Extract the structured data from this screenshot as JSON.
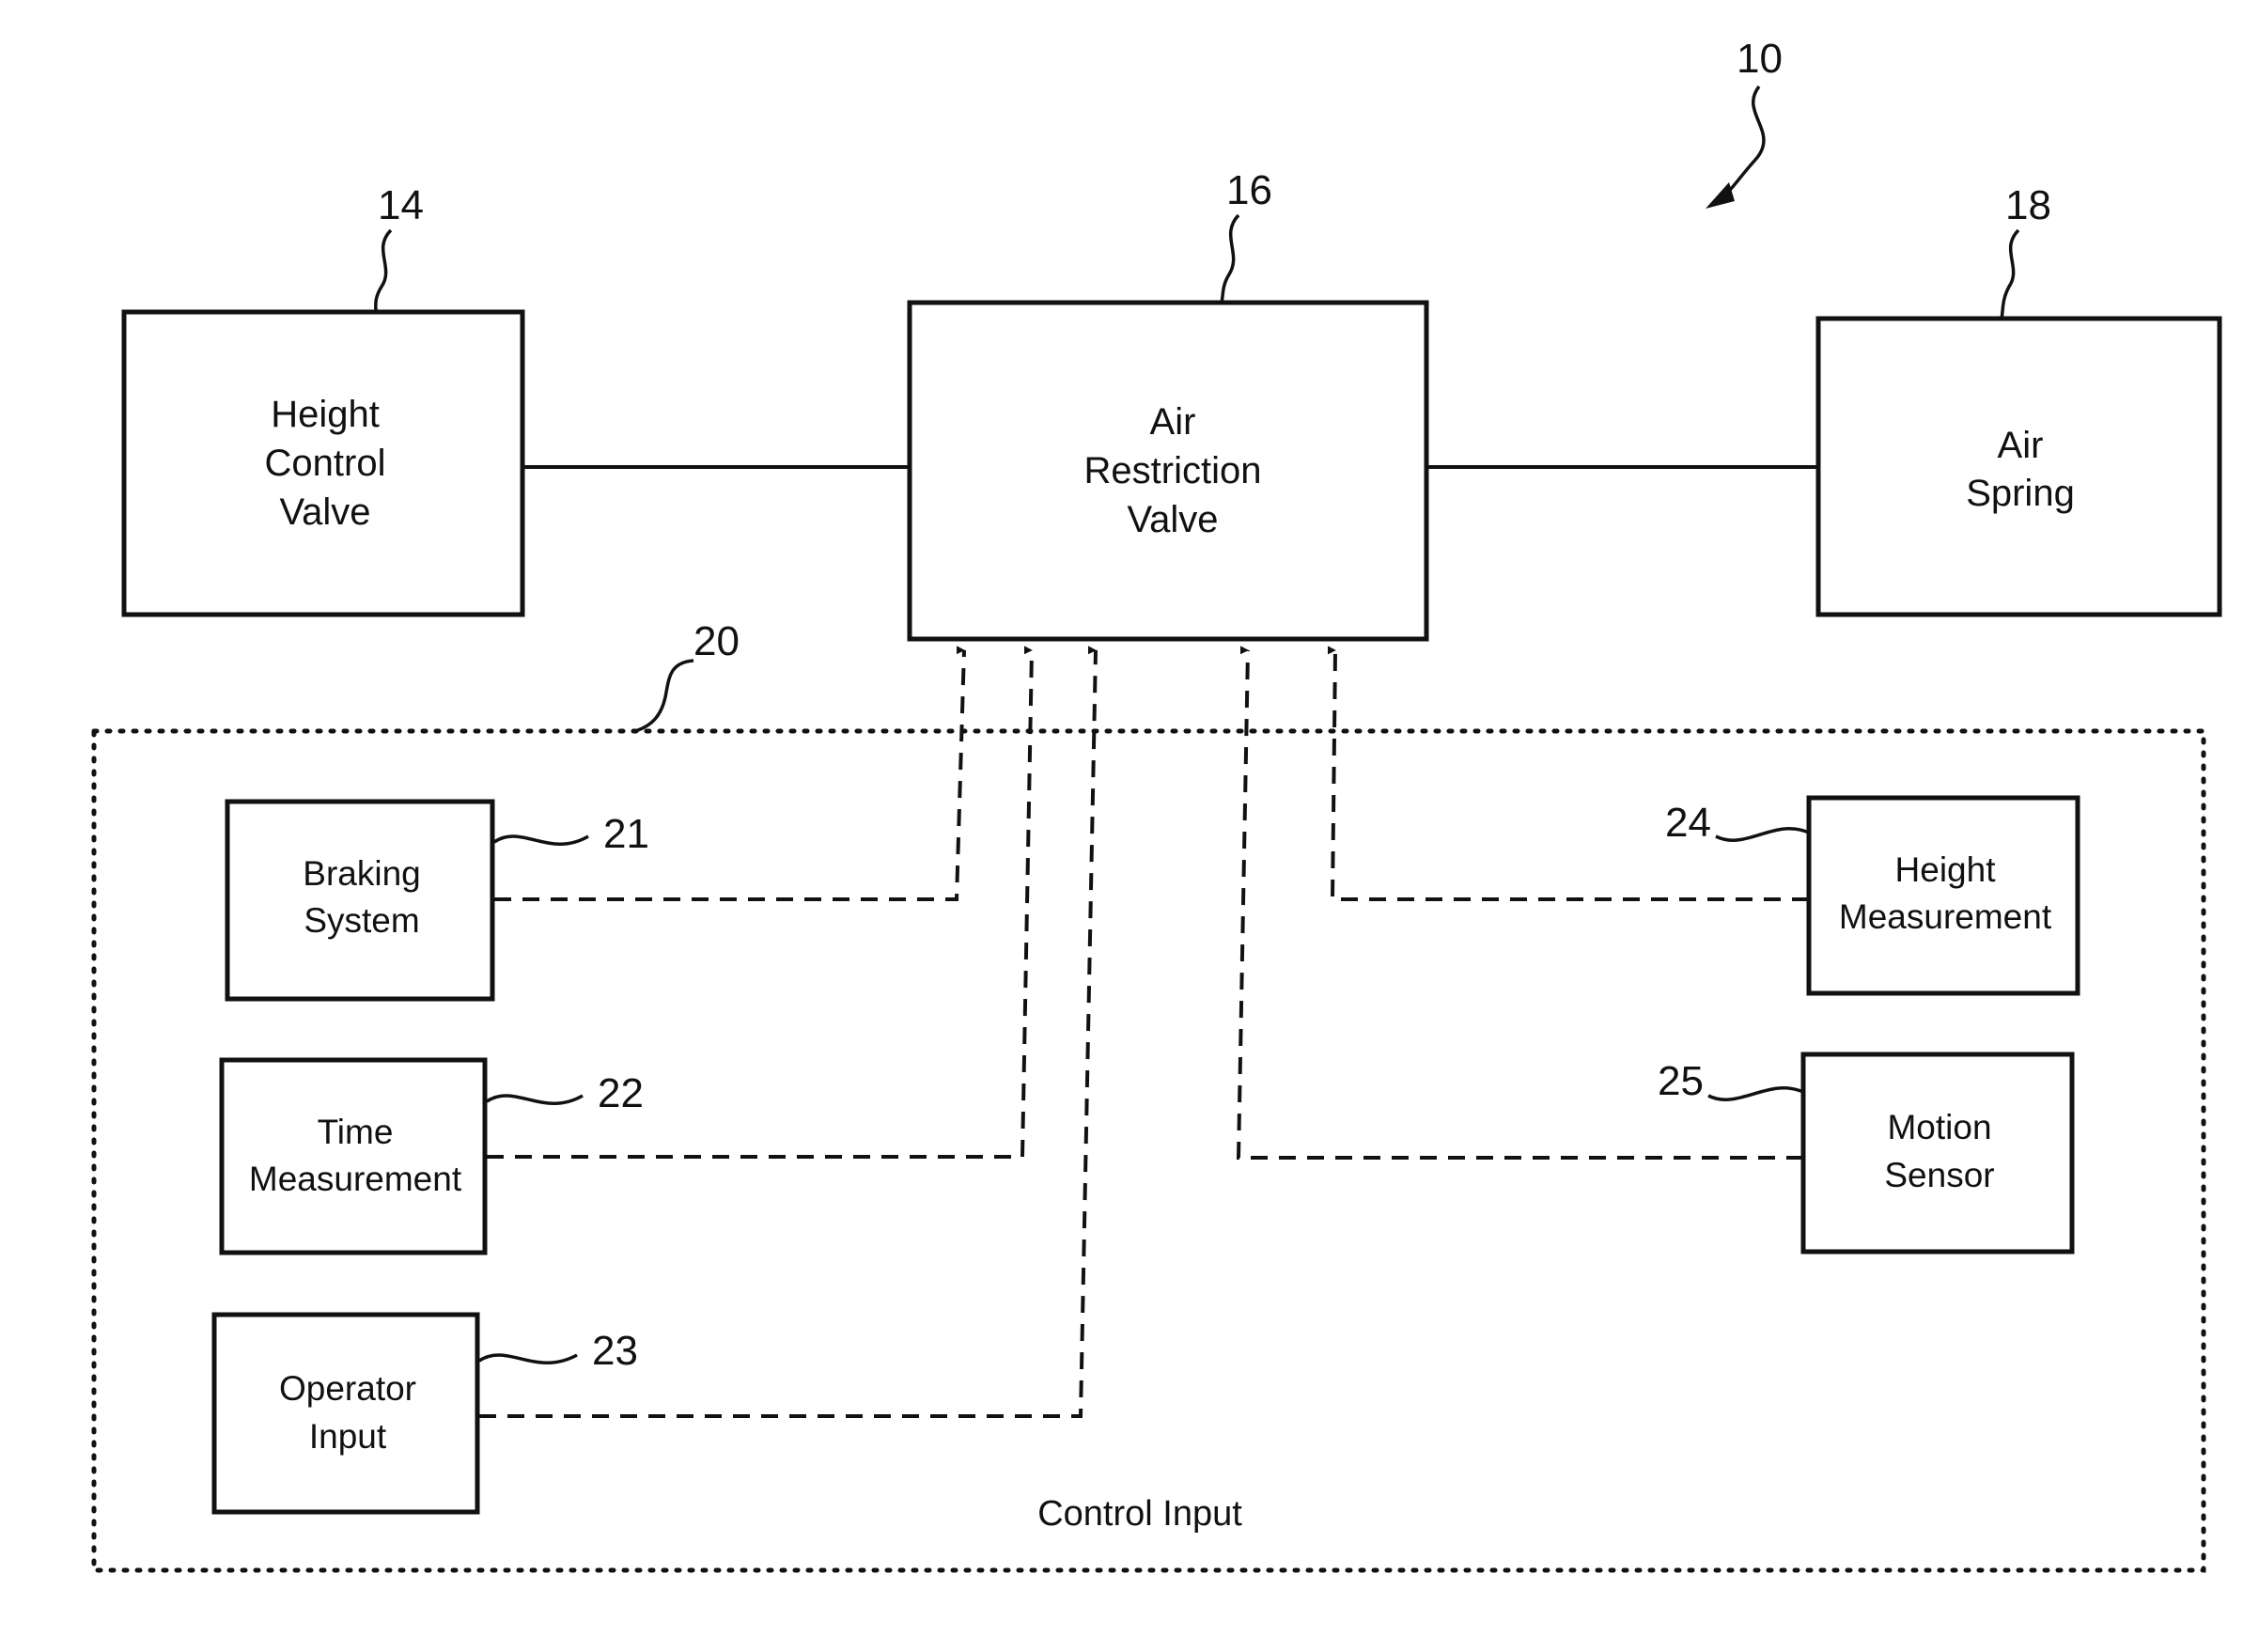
{
  "refs": {
    "system": "10",
    "height_control_valve": "14",
    "air_restriction_valve": "16",
    "air_spring": "18",
    "control_input": "20",
    "braking_system": "21",
    "time_measurement": "22",
    "operator_input": "23",
    "height_measurement": "24",
    "motion_sensor": "25"
  },
  "blocks": {
    "height_control_valve": [
      "Height",
      "Control",
      "Valve"
    ],
    "air_restriction_valve": [
      "Air",
      "Restriction",
      "Valve"
    ],
    "air_spring": [
      "Air",
      "Spring"
    ],
    "braking_system": [
      "Braking",
      "System"
    ],
    "time_measurement": [
      "Time",
      "Measurement"
    ],
    "operator_input": [
      "Operator",
      "Input"
    ],
    "height_measurement": [
      "Height",
      "Measurement"
    ],
    "motion_sensor": [
      "Motion",
      "Sensor"
    ]
  },
  "control_input_label": "Control Input"
}
